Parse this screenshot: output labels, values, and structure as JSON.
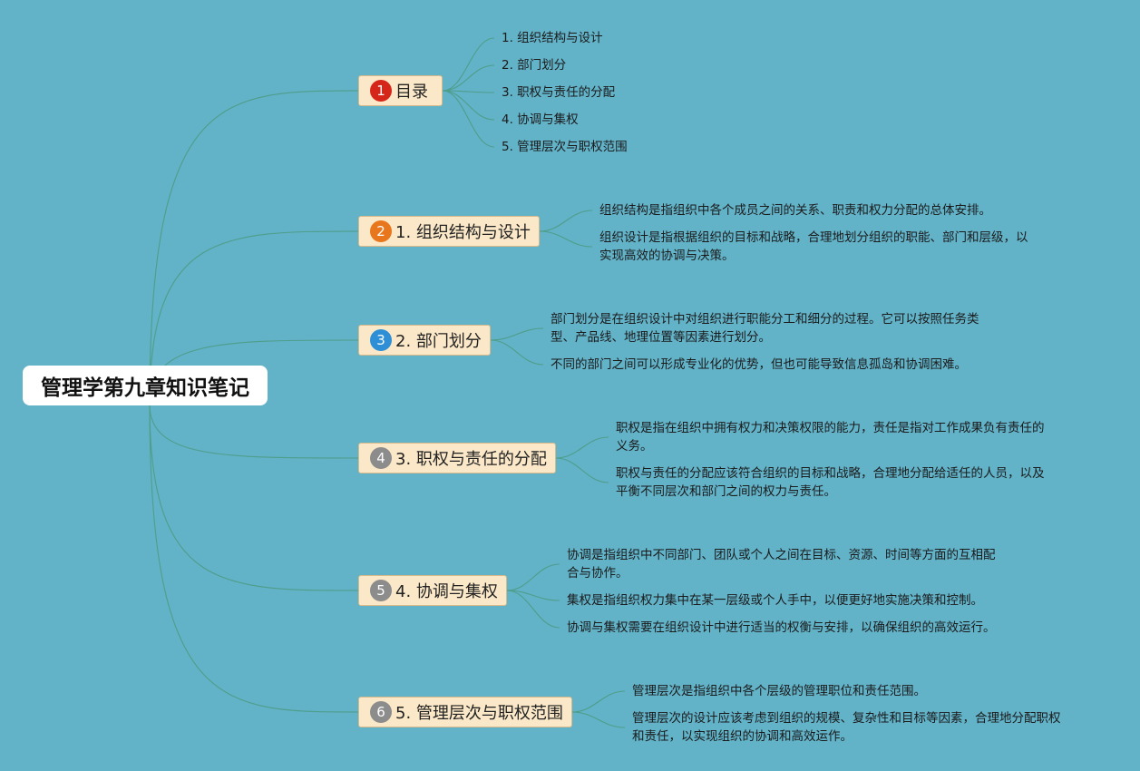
{
  "root": {
    "title": "管理学第九章知识笔记"
  },
  "topics": [
    {
      "label": "目录",
      "badge": "1",
      "badge_color": "#d6261a",
      "children": [
        "1. 组织结构与设计",
        "2. 部门划分",
        "3. 职权与责任的分配",
        "4. 协调与集权",
        "5. 管理层次与职权范围"
      ]
    },
    {
      "label": "1. 组织结构与设计",
      "badge": "2",
      "badge_color": "#e8761d",
      "children": [
        "组织结构是指组织中各个成员之间的关系、职责和权力分配的总体安排。",
        "组织设计是指根据组织的目标和战略，合理地划分组织的职能、部门和层级，以\n实现高效的协调与决策。"
      ]
    },
    {
      "label": "2. 部门划分",
      "badge": "3",
      "badge_color": "#2e8fd6",
      "children": [
        "部门划分是在组织设计中对组织进行职能分工和细分的过程。它可以按照任务类\n型、产品线、地理位置等因素进行划分。",
        "不同的部门之间可以形成专业化的优势，但也可能导致信息孤岛和协调困难。"
      ]
    },
    {
      "label": "3. 职权与责任的分配",
      "badge": "4",
      "badge_color": "#8c8c8c",
      "children": [
        "职权是指在组织中拥有权力和决策权限的能力，责任是指对工作成果负有责任的\n义务。",
        "职权与责任的分配应该符合组织的目标和战略，合理地分配给适任的人员，以及\n平衡不同层次和部门之间的权力与责任。"
      ]
    },
    {
      "label": "4. 协调与集权",
      "badge": "5",
      "badge_color": "#8c8c8c",
      "children": [
        "协调是指组织中不同部门、团队或个人之间在目标、资源、时间等方面的互相配\n合与协作。",
        "集权是指组织权力集中在某一层级或个人手中，以便更好地实施决策和控制。",
        "协调与集权需要在组织设计中进行适当的权衡与安排，以确保组织的高效运行。"
      ]
    },
    {
      "label": "5. 管理层次与职权范围",
      "badge": "6",
      "badge_color": "#8c8c8c",
      "children": [
        "管理层次是指组织中各个层级的管理职位和责任范围。",
        "管理层次的设计应该考虑到组织的规模、复杂性和目标等因素，合理地分配职权\n和责任，以实现组织的协调和高效运作。"
      ]
    }
  ],
  "colors": {
    "background": "#62b2c8",
    "line": "#4e9e8a",
    "topic_fill": "#fbe8c8"
  }
}
